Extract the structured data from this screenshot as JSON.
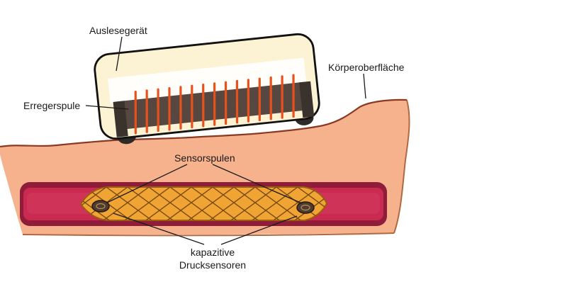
{
  "figure": {
    "labels": {
      "readout_device": "Auslesegerät",
      "exciter_coil": "Erregerspule",
      "body_surface": "Körperoberfläche",
      "sensor_coils": "Sensorspulen",
      "capacitive_line1": "kapazitive",
      "capacitive_line2": "Drucksensoren"
    },
    "colors": {
      "background": "#FFFFFF",
      "device_body": "#FBF3D4",
      "device_outline": "#111111",
      "coil_core": "#564840",
      "coil_winding_orange": "#E8511C",
      "skin": "#F5B28D",
      "skin_outline": "#8A3A22",
      "vessel_wall": "#8F1C39",
      "vessel_lumen": "#CA2A51",
      "stent_orange": "#F0A434",
      "stent_mesh_line": "#7A4A10",
      "sensor_coil_dark": "#4E3C30",
      "label_text": "#1A1A1A"
    }
  }
}
